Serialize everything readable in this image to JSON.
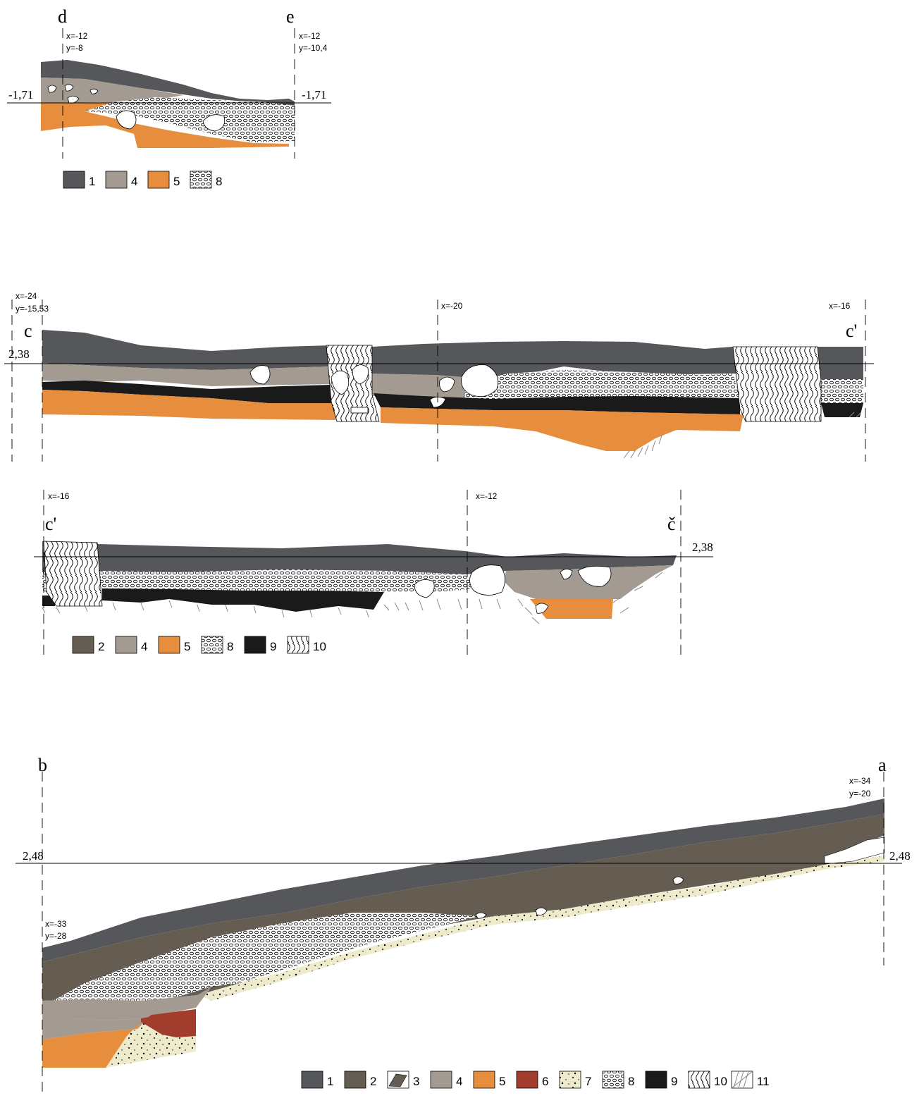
{
  "colors": {
    "c1": "#55575a",
    "c2": "#655d51",
    "c4": "#a39a92",
    "c5": "#e68d3e",
    "c6": "#a23d2e",
    "c7": "#eeebcc",
    "c9": "#1a1a1a",
    "line": "#000000",
    "hatch": "#888888"
  },
  "section_de": {
    "letter_left": "d",
    "letter_right": "e",
    "coord_left_x": "x=-12",
    "coord_left_y": "y=-8",
    "coord_right_x": "x=-12",
    "coord_right_y": "y=-10,4",
    "level_left": "-1,71",
    "level_right": "-1,71",
    "legend": [
      {
        "num": "1",
        "key": "c1"
      },
      {
        "num": "4",
        "key": "c4"
      },
      {
        "num": "5",
        "key": "c5"
      },
      {
        "num": "8",
        "key": "pebbles"
      }
    ]
  },
  "section_cc": {
    "letter_left": "c",
    "letter_right": "c'",
    "coord_left_x": "x=-24",
    "coord_left_y": "y=-15,53",
    "coord_mid": "x=-20",
    "coord_right": "x=-16",
    "level_left": "2,38"
  },
  "section_cch": {
    "letter_left": "c'",
    "letter_right": "č",
    "coord_left": "x=-16",
    "coord_mid": "x=-12",
    "level_right": "2,38",
    "legend": [
      {
        "num": "2",
        "key": "c2"
      },
      {
        "num": "4",
        "key": "c4"
      },
      {
        "num": "5",
        "key": "c5"
      },
      {
        "num": "8",
        "key": "pebbles"
      },
      {
        "num": "9",
        "key": "c9"
      },
      {
        "num": "10",
        "key": "waves"
      }
    ]
  },
  "section_ba": {
    "letter_left": "b",
    "letter_right": "a",
    "coord_right_x": "x=-34",
    "coord_right_y": "y=-20",
    "coord_left_x": "x=-33",
    "coord_left_y": "y=-28",
    "level_left": "2,48",
    "level_right": "2,48",
    "legend": [
      {
        "num": "1",
        "key": "c1"
      },
      {
        "num": "2",
        "key": "c2"
      },
      {
        "num": "3",
        "key": "rubble"
      },
      {
        "num": "4",
        "key": "c4"
      },
      {
        "num": "5",
        "key": "c5"
      },
      {
        "num": "6",
        "key": "c6"
      },
      {
        "num": "7",
        "key": "sand"
      },
      {
        "num": "8",
        "key": "pebbles"
      },
      {
        "num": "9",
        "key": "c9"
      },
      {
        "num": "10",
        "key": "waves"
      },
      {
        "num": "11",
        "key": "hatch"
      }
    ]
  }
}
